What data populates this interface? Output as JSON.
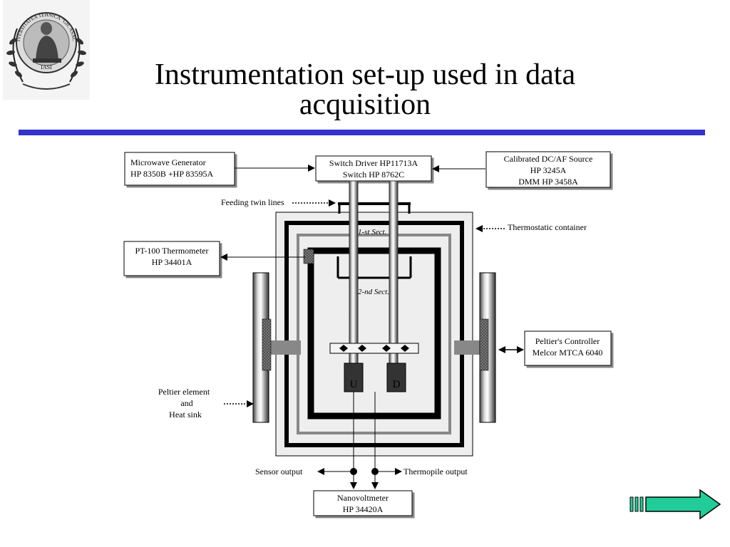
{
  "slide": {
    "title_line1": "Instrumentation set-up used in data",
    "title_line2": "acquisition"
  },
  "logo": {
    "name": "university-seal-icon",
    "text_top": "UNIVERSITATEA TEHNICA \"GH. ASACHI\"",
    "text_bottom": "IASI"
  },
  "diagram": {
    "boxes": {
      "microwave": [
        "Microwave Generator",
        "HP 8350B +HP 83595A"
      ],
      "switch": [
        "Switch Driver HP11713A",
        "Switch HP 8762C"
      ],
      "calibrated": [
        "Calibrated DC/AF Source",
        "HP 3245A",
        "DMM HP 3458A"
      ],
      "thermometer": [
        "PT-100 Thermometer",
        "HP 34401A"
      ],
      "peltier_controller": [
        "Peltier's Controller",
        "Melcor MTCA 6040"
      ],
      "nanovoltmeter": [
        "Nanovoltmeter",
        "HP 34420A"
      ]
    },
    "labels": {
      "feeding": "Feeding twin lines",
      "thermostatic": "Thermostatic container",
      "sect1": "1-st Sect.",
      "sect2": "2-nd Sect.",
      "peltier_element": [
        "Peltier element",
        "and",
        "Heat sink"
      ],
      "sensor_output": "Sensor output",
      "thermopile_output": "Thermopile output",
      "mount_u": "U",
      "mount_d": "D"
    }
  },
  "colors": {
    "rule": "#3333cc",
    "next_arrow": "#22cc99",
    "container_fill": "#eeeeee",
    "grey_wall": "#888888"
  },
  "navigation": {
    "next_icon": "next-arrow-icon"
  }
}
